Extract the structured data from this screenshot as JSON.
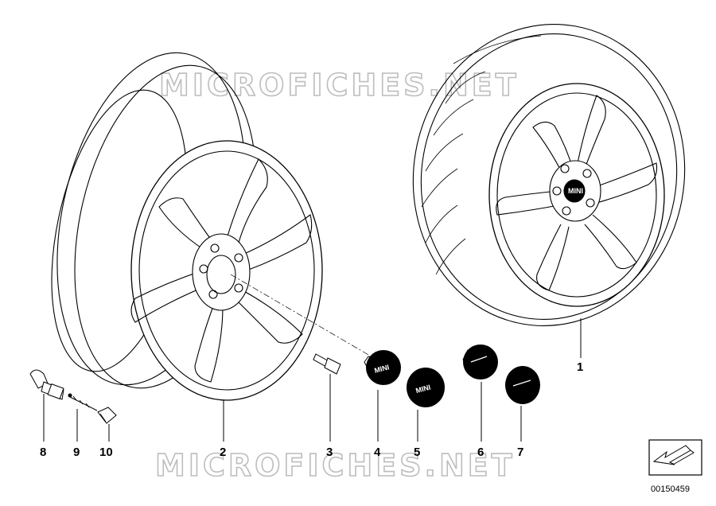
{
  "watermark": {
    "text": "MICROFICHES.NET"
  },
  "callouts": [
    "1",
    "2",
    "3",
    "4",
    "5",
    "6",
    "7",
    "8",
    "9",
    "10"
  ],
  "cap_logo": "MINI",
  "diagram_id": "00150459",
  "icons": [
    "direction-arrow-icon"
  ]
}
